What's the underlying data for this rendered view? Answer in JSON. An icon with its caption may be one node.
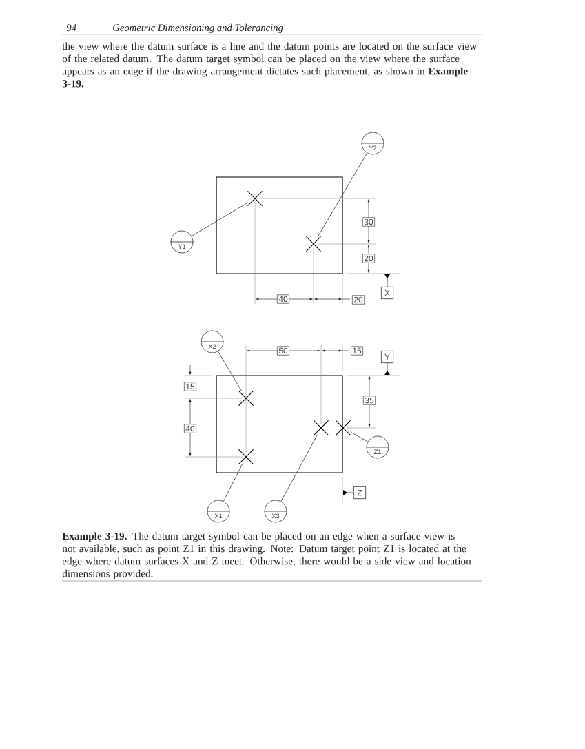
{
  "diagram": {
    "caption": "**Example 3-19.** The datum target symbol can be placed on an edge when a surface view is not available, such as point Z1 in this drawing. Note: Datum target point Z1 is located at the edge where datum surfaces X and Z meet. Otherwise, there would be a side view and location dimensions provided.",
    "nodes": [
      {
        "text": [
          "Y2"
        ]
      },
      {
        "text": [],
        "shape": "cross"
      },
      {
        "text": [],
        "shape": "cross"
      },
      {
        "text": [
          "Y1"
        ]
      },
      {
        "text": [
          "X"
        ]
      },
      {
        "text": [
          "X2"
        ]
      },
      {
        "text": [
          "Y"
        ]
      },
      {
        "text": [],
        "shape": "cross"
      },
      {
        "text": [],
        "shape": "cross"
      },
      {
        "text": [],
        "shape": "cross"
      },
      {
        "text": [
          "Z1"
        ]
      },
      {
        "text": [],
        "shape": "cross"
      },
      {
        "text": [
          "Z"
        ]
      },
      {
        "text": [
          "X1"
        ]
      },
      {
        "text": [
          "X3"
        ]
      }
    ],
    "edges": [
      {
        "from": 0,
        "to": 2,
        "arrow": "none"
      },
      {
        "from": 3,
        "to": 1,
        "arrow": "none"
      },
      {
        "from": 5,
        "to": 7,
        "arrow": "none"
      },
      {
        "from": 10,
        "to": 9,
        "arrow": "none"
      },
      {
        "from": 13,
        "to": 11,
        "arrow": "none"
      },
      {
        "from": 14,
        "to": 8,
        "arrow": "none"
      }
    ],
    "labels": [
      "94",
      "Geometric Dimensioning and Tolerancing",
      "the view where the datum surface is a line and the datum points are located on the surface view of the related datum. The datum target symbol can be placed on the view where the surface appears as an edge if the drawing arrangement dictates such placement, as shown in **Example 3-19.**",
      "30",
      "20",
      "40",
      "20",
      "50",
      "15",
      "15",
      "35",
      "40"
    ]
  }
}
